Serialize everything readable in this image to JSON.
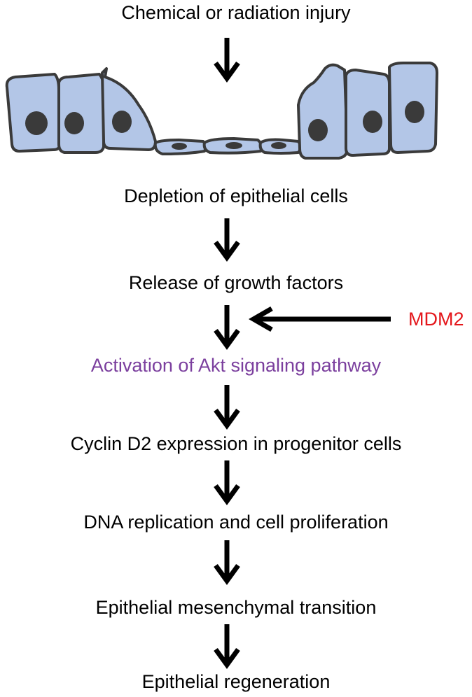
{
  "steps": [
    {
      "text": "Chemical or radiation injury",
      "color": "#000000"
    },
    {
      "text": "Depletion of epithelial cells",
      "color": "#000000"
    },
    {
      "text": "Release of growth factors",
      "color": "#000000"
    },
    {
      "text": "Activation of Akt signaling pathway",
      "color": "#7b3f9e"
    },
    {
      "text": "Cyclin D2 expression in  progenitor cells",
      "color": "#000000"
    },
    {
      "text": "DNA replication and cell proliferation",
      "color": "#000000"
    },
    {
      "text": "Epithelial mesenchymal transition",
      "color": "#000000"
    },
    {
      "text": "Epithelial regeneration",
      "color": "#000000"
    }
  ],
  "modulator": {
    "text": "MDM2",
    "color": "#e4161b"
  },
  "colors": {
    "cell_fill": "#b3c6e7",
    "cell_stroke": "#3a3a3a",
    "nucleus": "#3a3a3a",
    "arrow": "#000000"
  }
}
